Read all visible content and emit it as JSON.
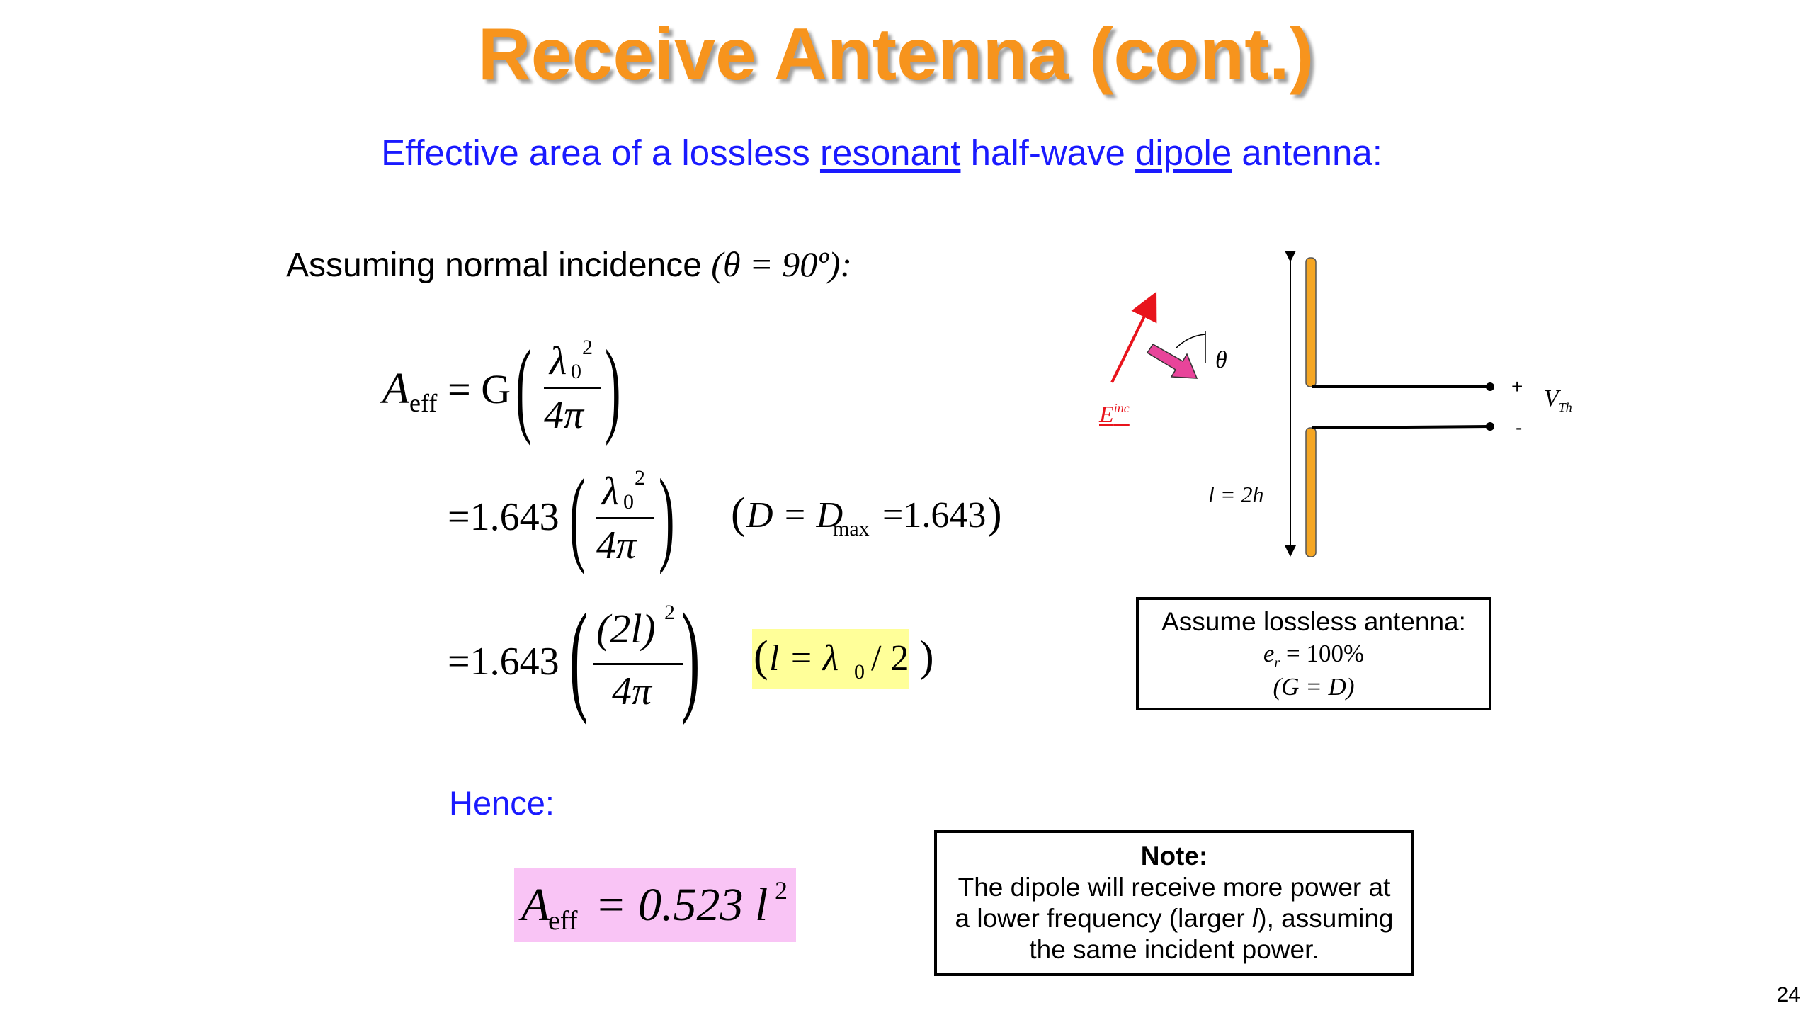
{
  "slide": {
    "title": "Receive Antenna (cont.)",
    "subtitle": {
      "part1": "Effective area of a lossless ",
      "link1": "resonant",
      "part2": " half-wave ",
      "link2": "dipole",
      "part3": " antenna:"
    },
    "assumption_text": "Assuming normal incidence",
    "assumption_condition": "(θ = 90º):",
    "equations": {
      "line1_lhs_sym": "A",
      "line1_lhs_sub": "eff",
      "line1_rhs": "= G",
      "frac_num": "λ",
      "frac_num_sub": "0",
      "frac_num_sup": "2",
      "frac_den": "4π",
      "line2_coef": "=1.643",
      "line2_note": "D = D",
      "line2_note_sub": "max",
      "line2_note_tail": "=1.643",
      "line3_coef": "=1.643",
      "line3_num": "(2l)",
      "line3_num_sup": "2",
      "line3_note": "l = λ",
      "line3_note_sub": "0",
      "line3_note_tail": "/ 2"
    },
    "hence_label": "Hence:",
    "result": {
      "sym": "A",
      "sub": "eff",
      "rhs": "= 0.523 l",
      "sup": "2"
    },
    "diagram": {
      "theta_label": "θ",
      "e_label": "E",
      "e_sup": "inc",
      "length_label": "l = 2h",
      "plus": "+",
      "minus": "-",
      "v_label": "V",
      "v_sub": "Th",
      "colors": {
        "arm": "#f5a623",
        "arrow_red": "#e8141c",
        "arrow_pink": "#e8449a"
      }
    },
    "lossless_box": {
      "line1": "Assume lossless antenna:",
      "line2": "e",
      "line2_sub": "r",
      "line2_tail": " = 100%",
      "line3": "(G = D)"
    },
    "note_box": {
      "heading": "Note:",
      "line1": "The dipole will receive more power at",
      "line2a": "a lower frequency (larger ",
      "line2_ital": "l",
      "line2b": "), assuming",
      "line3": "the same incident power."
    },
    "page_number": "24",
    "colors": {
      "title": "#f7941d",
      "blue_text": "#1a1aff",
      "highlight_yellow": "#ffff99",
      "highlight_pink": "#f9c4f5"
    }
  }
}
